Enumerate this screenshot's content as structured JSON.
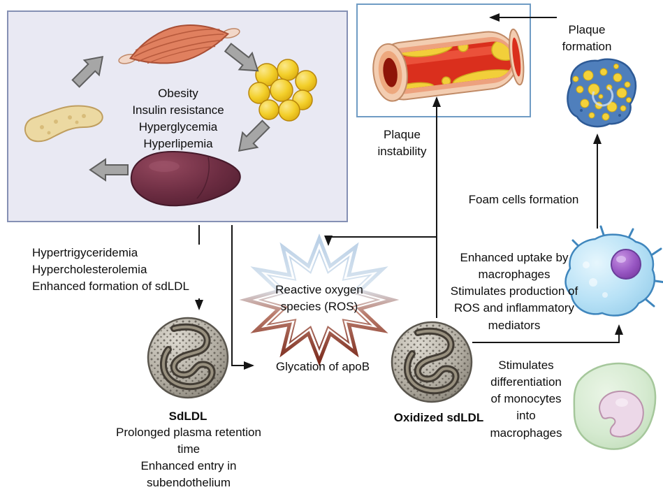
{
  "metabolic_cycle": {
    "center_text": "Obesity\nInsulin resistance\nHyperglycemia\nHyperlipemia"
  },
  "left_pathway": {
    "effects_text": "Hypertrigyceridemia\nHypercholesterolemia\nEnhanced formation of sdLDL"
  },
  "sdldl": {
    "label": "SdLDL",
    "properties_text": "Prolonged plasma retention\ntime\nEnhanced entry in\nsubendothelium"
  },
  "glycation": {
    "label": "Glycation of apoB"
  },
  "ros": {
    "label": "Reactive oxygen\nspecies (ROS)"
  },
  "oxidized_sdldl": {
    "label": "Oxidized sdLDL",
    "effects_text": "Enhanced uptake by\nmacrophages\nStimulates production of\nROS and inflammatory\nmediators"
  },
  "plaque": {
    "instability_label": "Plaque\ninstability",
    "formation_label": "Plaque\nformation",
    "foam_cells_label": "Foam cells formation"
  },
  "monocytes": {
    "differentiation_text": "Stimulates\ndifferentiation\nof monocytes\ninto\nmacrophages"
  },
  "illustrations": [
    "muscle-illustration",
    "fat-cells-illustration",
    "liver-illustration",
    "pancreas-illustration",
    "blood-vessel-illustration",
    "plaque-cell-illustration",
    "macrophage-illustration",
    "monocyte-illustration",
    "sdldl-particle",
    "oxidized-sdldl-particle",
    "ros-starburst"
  ],
  "colors": {
    "cycle_box_bg": "#e9e9f3",
    "cycle_box_border": "#8590b4",
    "vessel_box_border": "#6f9bc4",
    "arrow_black": "#151515",
    "cycle_arrow_gray": "#a6a6a6",
    "fat_yellow": "#f3cf2a",
    "liver_maroon": "#6b2c41",
    "muscle_red": "#e0805f",
    "pancreas_tan": "#ecd9a2",
    "ldl_gray": "#b2ada2",
    "macrophage_blue": "#b7e1f6",
    "nucleus_purple": "#9857c3",
    "monocyte_green": "#d5ead0",
    "plaque_cell_blue": "#4f7fbc",
    "plaque_dot_yellow": "#f4d23a",
    "vessel_red": "#da2f1d",
    "vessel_wall": "#f3cdb1",
    "ros_blue": "#b9cfe6",
    "ros_red": "#7a2a1c"
  }
}
